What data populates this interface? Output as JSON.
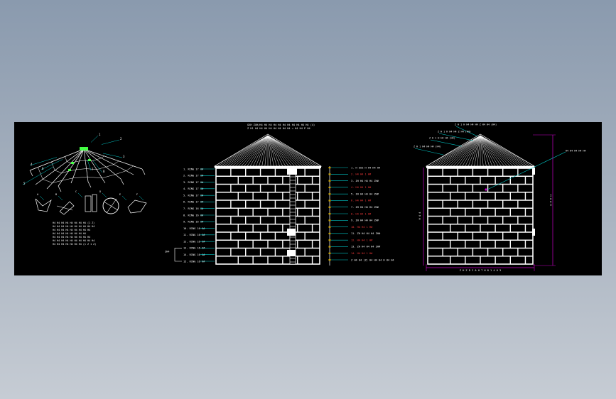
{
  "colors": {
    "background": "#000000",
    "line": "#ffffff",
    "leader": "#00c8c8",
    "dimension": "#c800c8",
    "highlight": "#ff3b3b",
    "accent": "#44ff44",
    "ladder": "#c8a000"
  },
  "middle_header": [
    "GXH ZXH/H4 H4 H4 H4 H4 H4 H4 H4 H4 H4 H4 (4)",
    "Z H1 H4 H4 H4 H4 H4 H4 H4 H4 = H4 H4 P H4"
  ],
  "middle_ring_labels": [
    "1. RING 17 H#",
    "2. RING 17 H#",
    "3. RING 17 H#",
    "4. RING 17 H#",
    "5. RING 17 H#",
    "6. RING 17 H#",
    "7. RING 16 H#",
    "8. RING 16 H#",
    "9. RING 16 H#",
    "10. RING 16 H#",
    "11. RING 16 H#",
    "12. RING 16 H#",
    "13. RING 16 H#",
    "14. RING 16 H#",
    "15. RING 16 H#"
  ],
  "middle_bracket_label": "ZH4",
  "right_spec_labels": [
    {
      "text": "1. H GXZ H H4 H4 H4",
      "highlight": false
    },
    {
      "text": "2. H4 H4 1 H#",
      "highlight": true
    },
    {
      "text": "3. ZH H4 H4 H4 ZH#",
      "highlight": false
    },
    {
      "text": "4. H4 H4 1 H#",
      "highlight": true
    },
    {
      "text": "5. ZH H4 H4 H4 ZH#",
      "highlight": false
    },
    {
      "text": "6. H4 H4 1 H#",
      "highlight": true
    },
    {
      "text": "7. ZH H4 H4 H4 ZH#",
      "highlight": false
    },
    {
      "text": "8. H4 H4 1 H#",
      "highlight": true
    },
    {
      "text": "9. ZH H4 H4 H4 ZH#",
      "highlight": false
    },
    {
      "text": "10. H4 H4 1 H#",
      "highlight": true
    },
    {
      "text": "11. ZH H4 H4 H4 ZH#",
      "highlight": false
    },
    {
      "text": "12. H4 H4 1 H#",
      "highlight": true
    },
    {
      "text": "13. ZH H4 H4 H4 ZH#",
      "highlight": false
    },
    {
      "text": "14. H4 H4 1 H#",
      "highlight": true
    },
    {
      "text": "Z H4 H4 (Z) H4 H4 H4 H H4 H4",
      "highlight": false
    }
  ],
  "left_notes": [
    "H4 H4 H4 H4 H4 H4 H4 H4 (1 Z)",
    "H4 H4 H4 H4 H4 H4 H4 H4 H4 H4",
    "H4 H4 H4 H4 H4 H4 H4 H4 H4",
    "H4 H4 H4 H4 H4 H4 H4 H4",
    "H4 H4 H4 H4 H4 H4 H4 H4 H4",
    "H4 H4 H4 H4 H4 H4 H4 H4 H4 H4",
    "H4 H4 H4 H4 H4 H4 H4 (1 Z 1 Z)"
  ],
  "left_callouts": [
    "1",
    "2",
    "3",
    "4",
    "5",
    "6",
    "7",
    "8"
  ],
  "left_detail_labels": [
    "A",
    "B",
    "C",
    "D",
    "E",
    "F"
  ],
  "right_roof_callouts": [
    "Z H 1 H H4 H4 H4 Z H4 H4 (H4)",
    "Z H 1 H H4 H4 Z H4 (H4)",
    "Z H 1 H H4 H4 (H4)",
    "Z H 1 H4 H4 H4 (H4)"
  ],
  "right_side_callout": "H4 H4 H4 H4 H4",
  "dimension_bottom": "Z H Z D I A H T H 8 1 4 6 3",
  "dimension_right": "H 4 4 H",
  "dimension_left": "H 4 4"
}
